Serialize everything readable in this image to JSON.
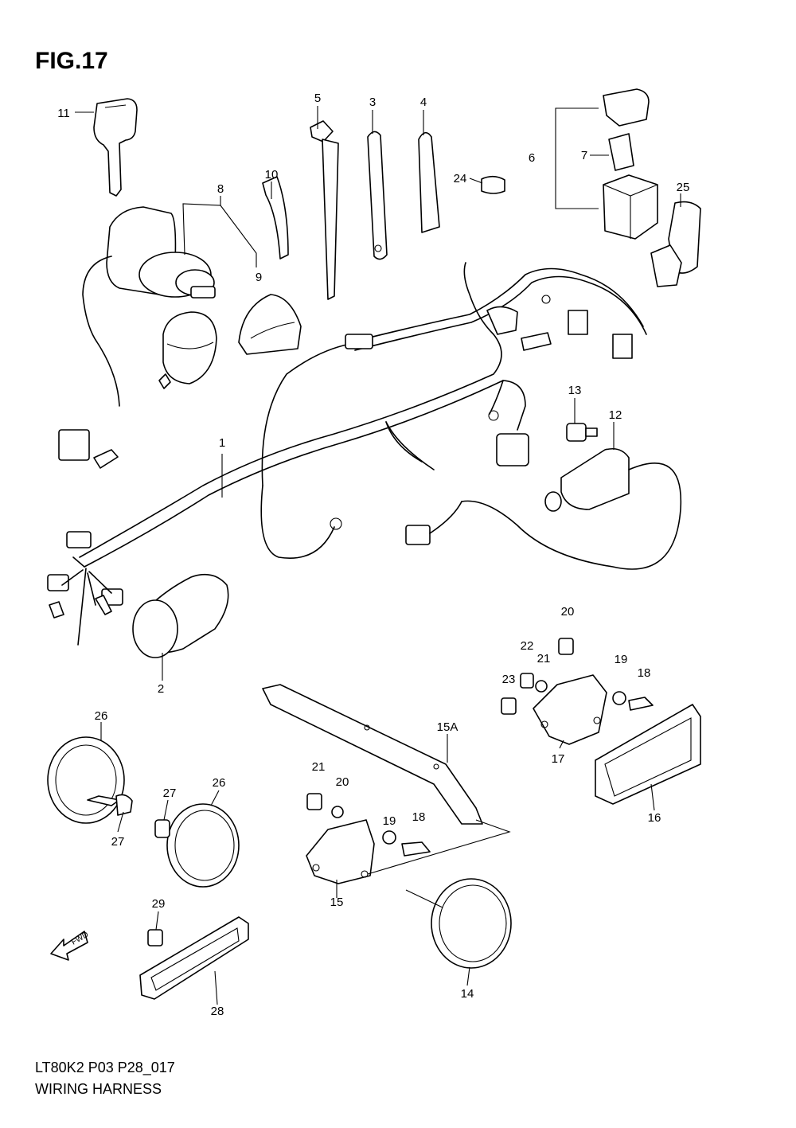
{
  "figure": {
    "title": "FIG.17"
  },
  "footer": {
    "code": "LT80K2 P03 P28_017",
    "caption": "WIRING HARNESS"
  },
  "fwd_marker": {
    "text": "FWD"
  },
  "callouts": [
    {
      "id": "c1",
      "label": "1"
    },
    {
      "id": "c2",
      "label": "2"
    },
    {
      "id": "c3",
      "label": "3"
    },
    {
      "id": "c4",
      "label": "4"
    },
    {
      "id": "c5",
      "label": "5"
    },
    {
      "id": "c6",
      "label": "6"
    },
    {
      "id": "c7",
      "label": "7"
    },
    {
      "id": "c8",
      "label": "8"
    },
    {
      "id": "c9",
      "label": "9"
    },
    {
      "id": "c10",
      "label": "10"
    },
    {
      "id": "c11",
      "label": "11"
    },
    {
      "id": "c12",
      "label": "12"
    },
    {
      "id": "c13",
      "label": "13"
    },
    {
      "id": "c14",
      "label": "14"
    },
    {
      "id": "c15",
      "label": "15"
    },
    {
      "id": "c15a",
      "label": "15A"
    },
    {
      "id": "c16",
      "label": "16"
    },
    {
      "id": "c17",
      "label": "17"
    },
    {
      "id": "c18a",
      "label": "18"
    },
    {
      "id": "c18b",
      "label": "18"
    },
    {
      "id": "c19a",
      "label": "19"
    },
    {
      "id": "c19b",
      "label": "19"
    },
    {
      "id": "c20a",
      "label": "20"
    },
    {
      "id": "c20b",
      "label": "20"
    },
    {
      "id": "c21a",
      "label": "21"
    },
    {
      "id": "c21b",
      "label": "21"
    },
    {
      "id": "c22",
      "label": "22"
    },
    {
      "id": "c23",
      "label": "23"
    },
    {
      "id": "c24",
      "label": "24"
    },
    {
      "id": "c25",
      "label": "25"
    },
    {
      "id": "c26a",
      "label": "26"
    },
    {
      "id": "c26b",
      "label": "26"
    },
    {
      "id": "c27a",
      "label": "27"
    },
    {
      "id": "c27b",
      "label": "27"
    },
    {
      "id": "c28",
      "label": "28"
    },
    {
      "id": "c29",
      "label": "29"
    }
  ]
}
